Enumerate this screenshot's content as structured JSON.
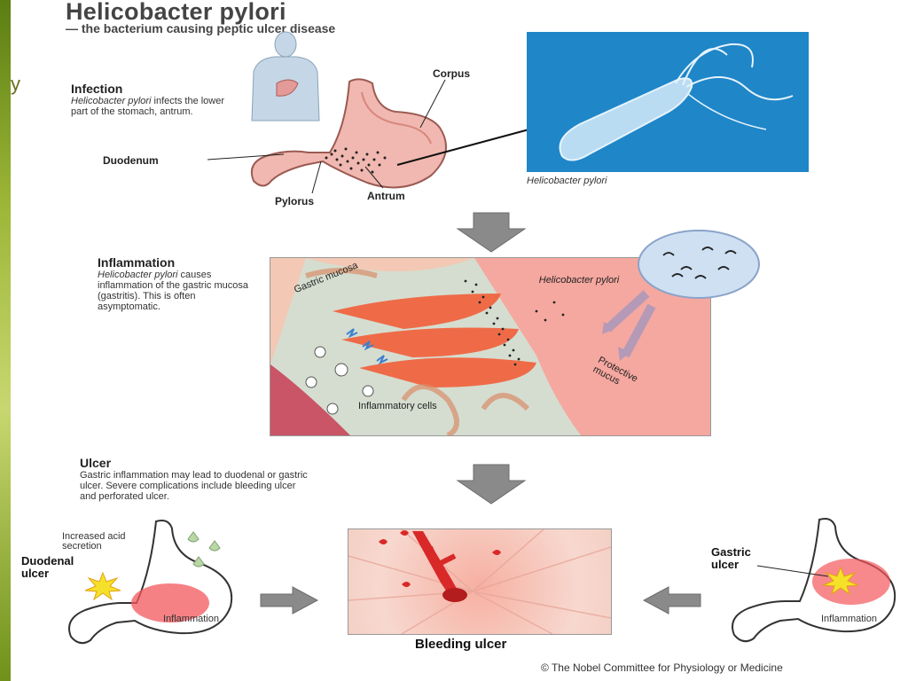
{
  "figure": {
    "title": "Helicobacter pylori",
    "subtitle": "— the bacterium causing peptic ulcer disease"
  },
  "infection": {
    "heading": "Infection",
    "text_italic": "Helicobacter pylori",
    "text_rest": "infects the lower part of the stomach, antrum.",
    "labels": {
      "corpus": "Corpus",
      "duodenum": "Duodenum",
      "pylorus": "Pylorus",
      "antrum": "Antrum"
    },
    "micrograph_caption": "Helicobacter pylori"
  },
  "inflammation": {
    "heading": "Inflammation",
    "text_italic": "Helicobacter pylori",
    "text_rest": "causes inflammation of the gastric mucosa (gastritis). This is often asymptomatic.",
    "labels": {
      "gastric_mucosa": "Gastric mucosa",
      "helicobacter": "Helicobacter pylori",
      "protective_mucus": "Protective mucus",
      "inflammatory_cells": "Inflammatory cells"
    }
  },
  "ulcer": {
    "heading": "Ulcer",
    "text": "Gastric inflammation may lead to duodenal or gastric ulcer. Severe complications include bleeding ulcer and perforated ulcer.",
    "labels": {
      "increased_acid": "Increased acid secretion",
      "duodenal_ulcer": "Duodenal ulcer",
      "inflammation_left": "Inflammation",
      "gastric_ulcer": "Gastric ulcer",
      "inflammation_right": "Inflammation",
      "bleeding_ulcer": "Bleeding ulcer"
    }
  },
  "credit": "© The Nobel Committee for Physiology or Medicine",
  "stray_glyph": "y",
  "colors": {
    "stomach_fill": "#f0b8b0",
    "stomach_stroke": "#9b5a52",
    "micrograph_bg": "#1f86c8",
    "arrow_gray": "#8a8a8a",
    "green_border": "#8aa826",
    "ulcer_red": "#d92828"
  },
  "icons": [
    "down-arrow-icon",
    "right-arrow-icon",
    "left-arrow-icon",
    "starburst-icon",
    "person-icon",
    "bacterium-icon"
  ]
}
